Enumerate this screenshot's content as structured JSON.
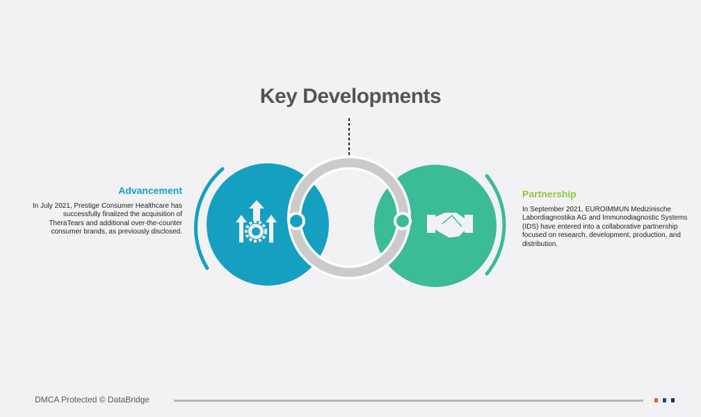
{
  "title": "Key Developments",
  "left": {
    "heading": "Advancement",
    "text": "In July 2021, Prestige Consumer Healthcare has successfully finalized the acquisition of TheraTears and additional over-the-counter consumer brands, as previously disclosed.",
    "icon": "growth-gear-icon",
    "color": "#15a0c1"
  },
  "right": {
    "heading": "Partnership",
    "text": "In September 2021, EUROIMMUN Medizinische Labordiagnostika AG and Immunodiagnostic Systems (IDS) have entered into a collaborative partnership focused on research, development, production, and distribution.",
    "icon": "handshake-icon",
    "color": "#3bbb96"
  },
  "footer": {
    "text": "DMCA Protected © DataBridge",
    "dots": [
      "#ee5a24",
      "#2e3e8f",
      "#1f2a6b"
    ]
  }
}
